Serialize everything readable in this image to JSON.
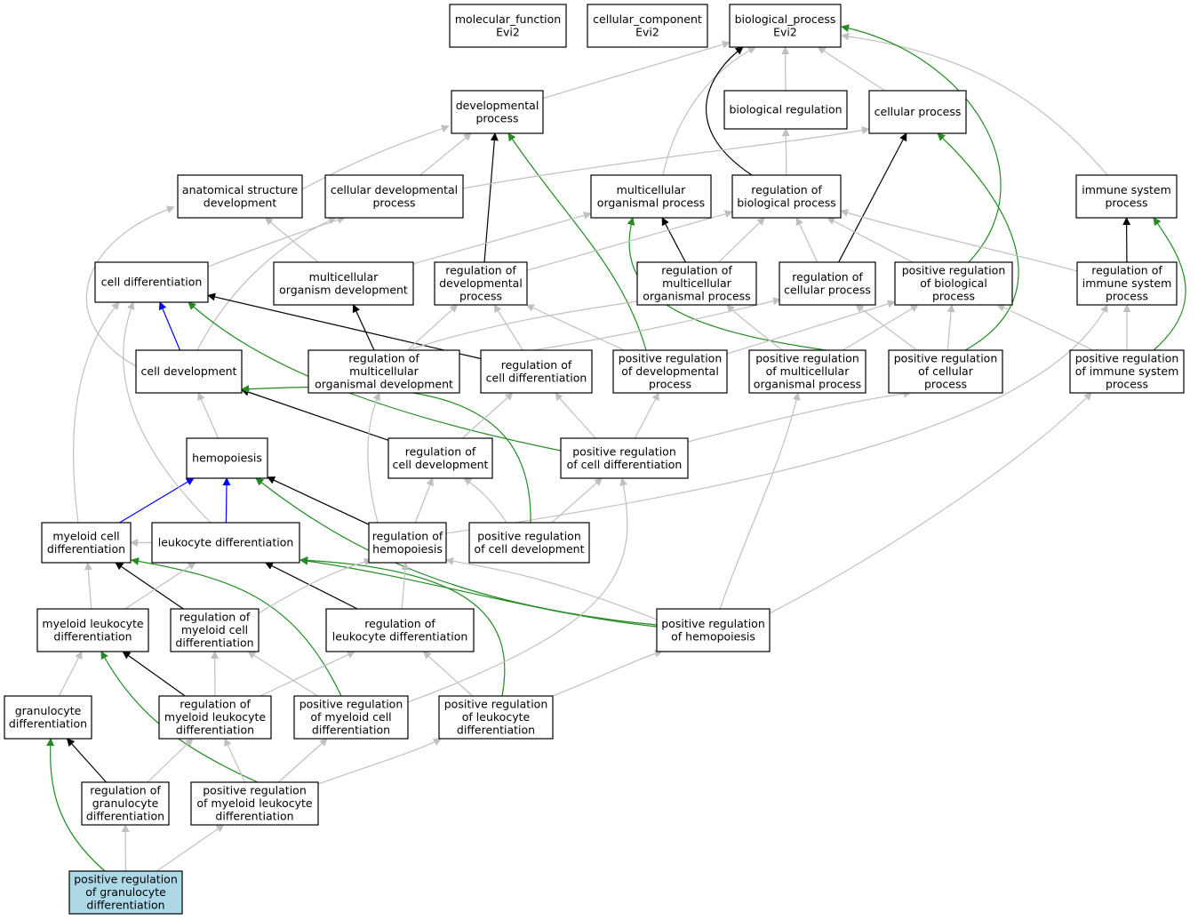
{
  "colors": {
    "gray": "#c0c0c0",
    "black": "#000000",
    "green": "#228b22",
    "blue": "#0000ff",
    "highlight": "#add8e6"
  },
  "nodes": {
    "mf": {
      "lines": [
        "molecular_function",
        "Evi2"
      ]
    },
    "cc": {
      "lines": [
        "cellular_component",
        "Evi2"
      ]
    },
    "bp": {
      "lines": [
        "biological_process",
        "Evi2"
      ]
    },
    "dev": {
      "lines": [
        "developmental",
        "process"
      ]
    },
    "breg": {
      "lines": [
        "biological regulation"
      ]
    },
    "cellp": {
      "lines": [
        "cellular process"
      ]
    },
    "asd": {
      "lines": [
        "anatomical structure",
        "development"
      ]
    },
    "cdp": {
      "lines": [
        "cellular developmental",
        "process"
      ]
    },
    "mop": {
      "lines": [
        "multicellular",
        "organismal process"
      ]
    },
    "rbp": {
      "lines": [
        "regulation of",
        "biological process"
      ]
    },
    "isp": {
      "lines": [
        "immune system",
        "process"
      ]
    },
    "cdiff": {
      "lines": [
        "cell differentiation"
      ]
    },
    "mod": {
      "lines": [
        "multicellular",
        "organism development"
      ]
    },
    "rdp": {
      "lines": [
        "regulation of",
        "developmental",
        "process"
      ]
    },
    "rmop": {
      "lines": [
        "regulation of",
        "multicellular",
        "organismal process"
      ]
    },
    "rcp": {
      "lines": [
        "regulation of",
        "cellular process"
      ]
    },
    "prbp": {
      "lines": [
        "positive regulation",
        "of biological",
        "process"
      ]
    },
    "risp": {
      "lines": [
        "regulation of",
        "immune system",
        "process"
      ]
    },
    "cdev": {
      "lines": [
        "cell development"
      ]
    },
    "rmod": {
      "lines": [
        "regulation of",
        "multicellular",
        "organismal development"
      ]
    },
    "rcdiff": {
      "lines": [
        "regulation of",
        "cell differentiation"
      ]
    },
    "prdp": {
      "lines": [
        "positive regulation",
        "of developmental",
        "process"
      ]
    },
    "prmop": {
      "lines": [
        "positive regulation",
        "of multicellular",
        "organismal process"
      ]
    },
    "prcp": {
      "lines": [
        "positive regulation",
        "of cellular",
        "process"
      ]
    },
    "prisp": {
      "lines": [
        "positive regulation",
        "of immune system",
        "process"
      ]
    },
    "hemo": {
      "lines": [
        "hemopoiesis"
      ]
    },
    "rcdev": {
      "lines": [
        "regulation of",
        "cell development"
      ]
    },
    "prcdiff": {
      "lines": [
        "positive regulation",
        "of cell differentiation"
      ]
    },
    "mcd": {
      "lines": [
        "myeloid cell",
        "differentiation"
      ]
    },
    "ld": {
      "lines": [
        "leukocyte differentiation"
      ]
    },
    "rhemo": {
      "lines": [
        "regulation of",
        "hemopoiesis"
      ]
    },
    "prcdev": {
      "lines": [
        "positive regulation",
        "of cell development"
      ]
    },
    "mld": {
      "lines": [
        "myeloid leukocyte",
        "differentiation"
      ]
    },
    "rmcd": {
      "lines": [
        "regulation of",
        "myeloid cell",
        "differentiation"
      ]
    },
    "rld": {
      "lines": [
        "regulation of",
        "leukocyte differentiation"
      ]
    },
    "prhemo": {
      "lines": [
        "positive regulation",
        "of hemopoiesis"
      ]
    },
    "gd": {
      "lines": [
        "granulocyte",
        "differentiation"
      ]
    },
    "rmld": {
      "lines": [
        "regulation of",
        "myeloid leukocyte",
        "differentiation"
      ]
    },
    "prmcd": {
      "lines": [
        "positive regulation",
        "of myeloid cell",
        "differentiation"
      ]
    },
    "prld": {
      "lines": [
        "positive regulation",
        "of leukocyte",
        "differentiation"
      ]
    },
    "rgd": {
      "lines": [
        "regulation of",
        "granulocyte",
        "differentiation"
      ]
    },
    "prmld": {
      "lines": [
        "positive regulation",
        "of myeloid leukocyte",
        "differentiation"
      ]
    },
    "prgd": {
      "lines": [
        "positive regulation",
        "of granulocyte",
        "differentiation"
      ],
      "highlight": true
    }
  },
  "edges": [
    [
      "dev",
      "bp",
      "gray"
    ],
    [
      "breg",
      "bp",
      "gray"
    ],
    [
      "cellp",
      "bp",
      "gray"
    ],
    [
      "isp",
      "bp",
      "gray"
    ],
    [
      "mop",
      "bp",
      "gray"
    ],
    [
      "rbp",
      "bp",
      "black"
    ],
    [
      "prbp",
      "bp",
      "green"
    ],
    [
      "asd",
      "dev",
      "gray"
    ],
    [
      "cdp",
      "dev",
      "gray"
    ],
    [
      "rdp",
      "dev",
      "black"
    ],
    [
      "prdp",
      "dev",
      "green"
    ],
    [
      "cdp",
      "cellp",
      "gray"
    ],
    [
      "rcp",
      "cellp",
      "black"
    ],
    [
      "prcp",
      "cellp",
      "green"
    ],
    [
      "rbp",
      "breg",
      "gray"
    ],
    [
      "rmop",
      "mop",
      "black"
    ],
    [
      "mod",
      "mop",
      "gray"
    ],
    [
      "prmop",
      "mop",
      "green"
    ],
    [
      "rdp",
      "rbp",
      "gray"
    ],
    [
      "rmop",
      "rbp",
      "gray"
    ],
    [
      "rcp",
      "rbp",
      "gray"
    ],
    [
      "prbp",
      "rbp",
      "gray"
    ],
    [
      "risp",
      "rbp",
      "gray"
    ],
    [
      "risp",
      "isp",
      "black"
    ],
    [
      "prisp",
      "isp",
      "green"
    ],
    [
      "cdiff",
      "cdp",
      "gray"
    ],
    [
      "cdev",
      "cdp",
      "gray"
    ],
    [
      "cdev",
      "asd",
      "gray"
    ],
    [
      "mod",
      "asd",
      "gray"
    ],
    [
      "cdev",
      "cdiff",
      "blue"
    ],
    [
      "rcdiff",
      "cdiff",
      "black"
    ],
    [
      "prcdiff",
      "cdiff",
      "green"
    ],
    [
      "rmod",
      "mod",
      "black"
    ],
    [
      "rmod",
      "rdp",
      "gray"
    ],
    [
      "rcdiff",
      "rdp",
      "gray"
    ],
    [
      "prdp",
      "rdp",
      "gray"
    ],
    [
      "rmod",
      "rmop",
      "gray"
    ],
    [
      "prmop",
      "rmop",
      "gray"
    ],
    [
      "rcdiff",
      "rcp",
      "gray"
    ],
    [
      "prcp",
      "rcp",
      "gray"
    ],
    [
      "prdp",
      "prbp",
      "gray"
    ],
    [
      "prmop",
      "prbp",
      "gray"
    ],
    [
      "prcp",
      "prbp",
      "gray"
    ],
    [
      "prisp",
      "prbp",
      "gray"
    ],
    [
      "prisp",
      "risp",
      "gray"
    ],
    [
      "rhemo",
      "risp",
      "gray"
    ],
    [
      "hemo",
      "cdev",
      "gray"
    ],
    [
      "rcdev",
      "cdev",
      "black"
    ],
    [
      "prcdev",
      "cdev",
      "green"
    ],
    [
      "rcdev",
      "rcdiff",
      "gray"
    ],
    [
      "prcdiff",
      "rcdiff",
      "gray"
    ],
    [
      "prcdiff",
      "prdp",
      "gray"
    ],
    [
      "prcdiff",
      "prcp",
      "gray"
    ],
    [
      "rhemo",
      "rmod",
      "gray"
    ],
    [
      "prhemo",
      "prmop",
      "gray"
    ],
    [
      "prhemo",
      "prisp",
      "gray"
    ],
    [
      "mcd",
      "hemo",
      "blue"
    ],
    [
      "ld",
      "hemo",
      "blue"
    ],
    [
      "rhemo",
      "hemo",
      "black"
    ],
    [
      "prhemo",
      "hemo",
      "green"
    ],
    [
      "rhemo",
      "rcdev",
      "gray"
    ],
    [
      "prcdev",
      "rcdev",
      "gray"
    ],
    [
      "prcdev",
      "prcdiff",
      "gray"
    ],
    [
      "mcd",
      "cdiff",
      "gray"
    ],
    [
      "ld",
      "cdiff",
      "gray"
    ],
    [
      "ld",
      "mcd",
      "gray"
    ],
    [
      "mld",
      "mcd",
      "gray"
    ],
    [
      "rmcd",
      "mcd",
      "black"
    ],
    [
      "prmcd",
      "mcd",
      "green"
    ],
    [
      "mld",
      "ld",
      "gray"
    ],
    [
      "rld",
      "ld",
      "black"
    ],
    [
      "prld",
      "ld",
      "green"
    ],
    [
      "prhemo",
      "ld",
      "green"
    ],
    [
      "rmcd",
      "rhemo",
      "gray"
    ],
    [
      "rld",
      "rhemo",
      "gray"
    ],
    [
      "prhemo",
      "rhemo",
      "gray"
    ],
    [
      "gd",
      "mld",
      "gray"
    ],
    [
      "rmld",
      "mld",
      "black"
    ],
    [
      "prmld",
      "mld",
      "green"
    ],
    [
      "rmld",
      "rmcd",
      "gray"
    ],
    [
      "prmcd",
      "rmcd",
      "gray"
    ],
    [
      "rmld",
      "rld",
      "gray"
    ],
    [
      "prld",
      "rld",
      "gray"
    ],
    [
      "prmcd",
      "prcdiff",
      "gray"
    ],
    [
      "prld",
      "prhemo",
      "gray"
    ],
    [
      "rgd",
      "gd",
      "black"
    ],
    [
      "prgd",
      "gd",
      "green"
    ],
    [
      "rgd",
      "rmld",
      "gray"
    ],
    [
      "prmld",
      "rmld",
      "gray"
    ],
    [
      "prmld",
      "prmcd",
      "gray"
    ],
    [
      "prmld",
      "prld",
      "gray"
    ],
    [
      "prgd",
      "rgd",
      "gray"
    ],
    [
      "prgd",
      "prmld",
      "gray"
    ]
  ]
}
